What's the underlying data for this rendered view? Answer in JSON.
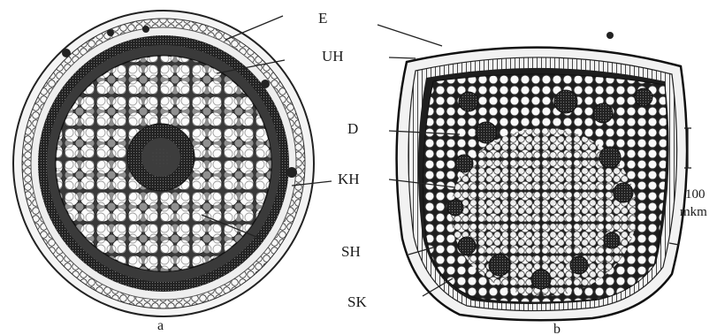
{
  "figure": {
    "panel_a_caption": "a",
    "panel_b_caption": "b",
    "labels": {
      "E": "E",
      "UH": "UH",
      "D": "D",
      "KH": "KH",
      "SH": "SH",
      "SK": "SK"
    },
    "scale_bar": {
      "value": "100",
      "unit": "mkm"
    }
  }
}
